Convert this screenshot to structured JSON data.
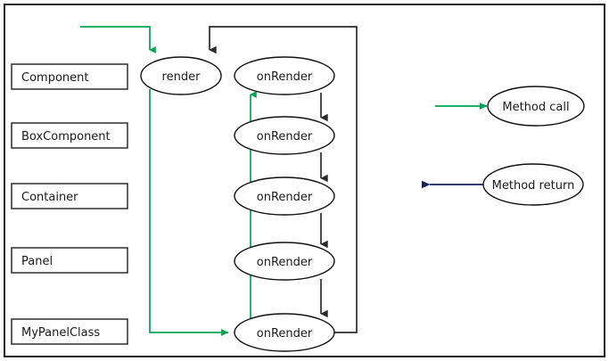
{
  "diagram": {
    "title": "Render method call chain across component class hierarchy",
    "colors": {
      "method_call": "#00a550",
      "method_return": "#2b2b2b",
      "legend_return": "#16205c",
      "frame": "#222222",
      "box_stroke": "#3a3a3a",
      "ellipse_stroke": "#111111",
      "text": "#1a1a1a",
      "background": "#ffffff"
    },
    "class_boxes": [
      {
        "label": "Component"
      },
      {
        "label": "BoxComponent"
      },
      {
        "label": "Container"
      },
      {
        "label": "Panel"
      },
      {
        "label": "MyPanelClass"
      }
    ],
    "render_node": {
      "label": "render"
    },
    "on_render_nodes": [
      {
        "label": "onRender"
      },
      {
        "label": "onRender"
      },
      {
        "label": "onRender"
      },
      {
        "label": "onRender"
      },
      {
        "label": "onRender"
      }
    ],
    "legend": [
      {
        "label": "Method call",
        "arrow": "right-arrow-green-icon",
        "color": "#00a550"
      },
      {
        "label": "Method  return",
        "arrow": "left-arrow-navy-icon",
        "color": "#16205c"
      }
    ]
  }
}
